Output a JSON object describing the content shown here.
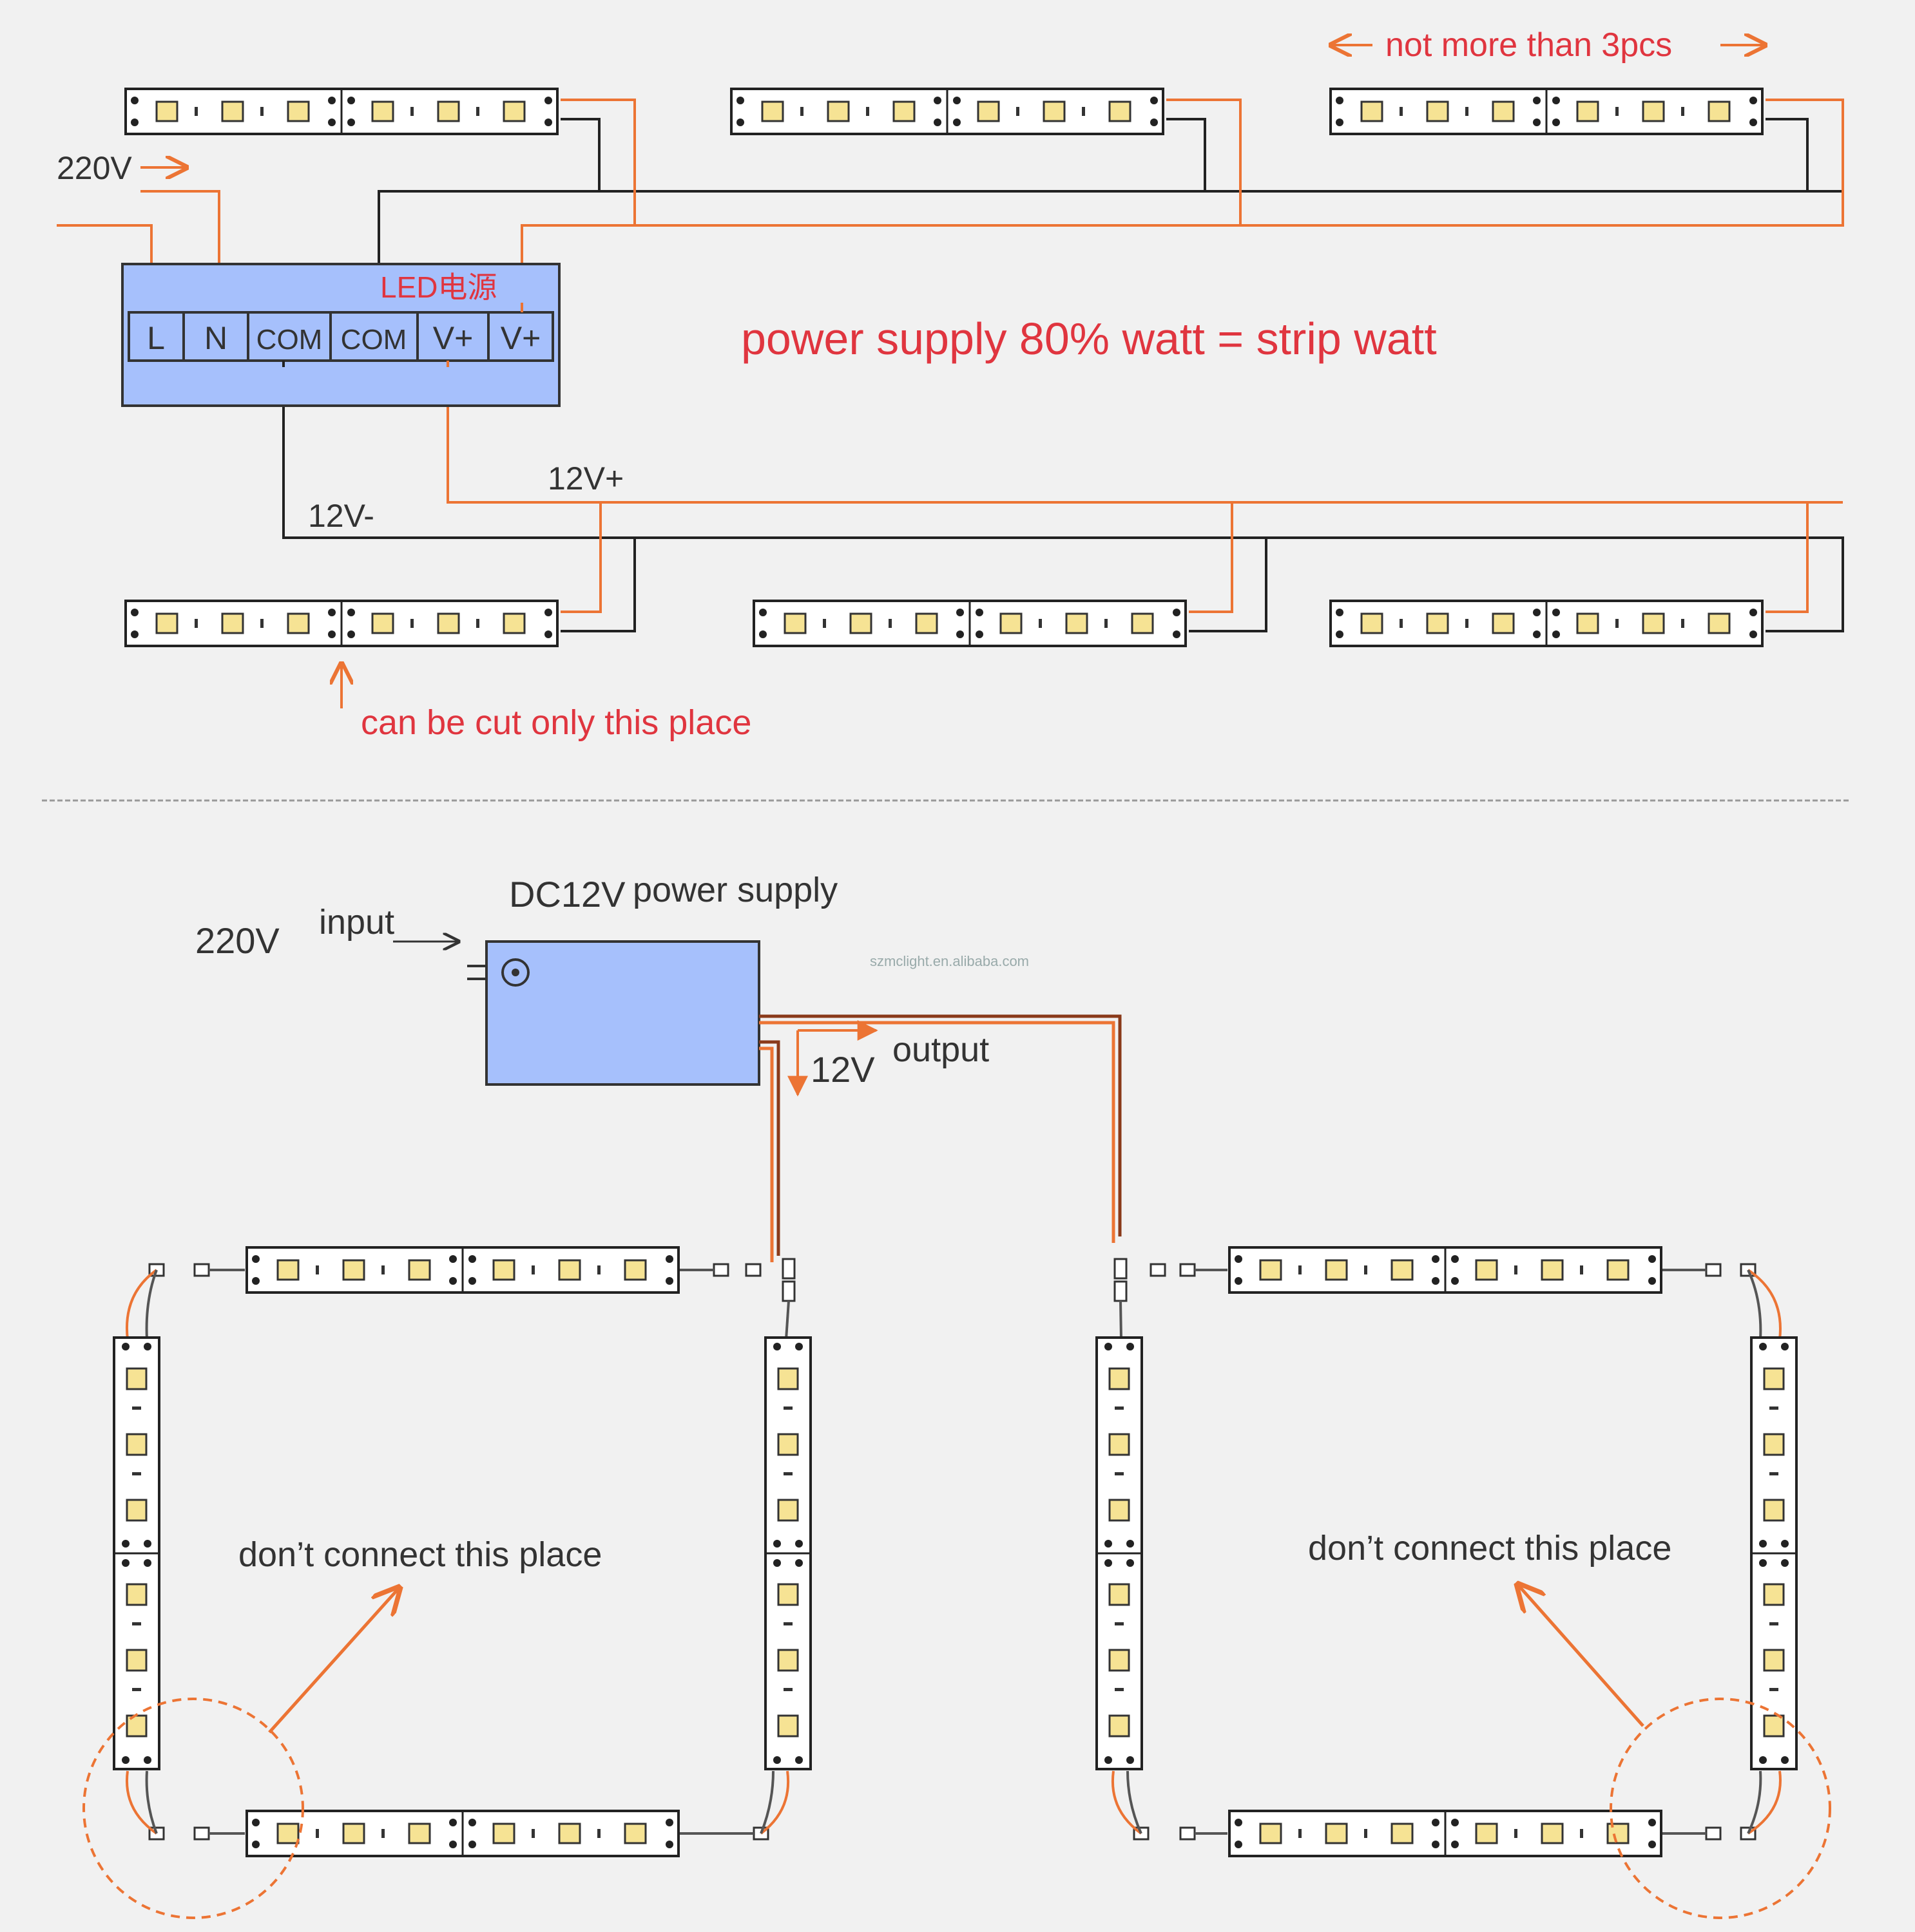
{
  "top": {
    "note_max": "not more than 3pcs",
    "input_label": "220V",
    "psu_brand": "LED电源",
    "terminals": [
      "L",
      "N",
      "COM",
      "COM",
      "V+",
      "V+"
    ],
    "formula": "power supply 80% watt = strip watt",
    "pos_label": "12V+",
    "neg_label": "12V-",
    "cut_note": "can be cut only this place"
  },
  "bottom": {
    "title_model": "DC12V",
    "title_text": "power supply",
    "input_voltage": "220V",
    "input_label": "input",
    "output_voltage": "12V",
    "output_label": "output",
    "watermark": "szmclight.en.alibaba.com",
    "warning_left": "don’t connect this place",
    "warning_right": "don’t connect this place"
  },
  "colors": {
    "background": "#f1f1f1",
    "wire_orange": "#ec7434",
    "wire_black": "#222222",
    "psu_fill": "#a6c0fc",
    "text_red": "#e0353f",
    "text_dark": "#333333",
    "led_yellow": "#f6e394"
  }
}
